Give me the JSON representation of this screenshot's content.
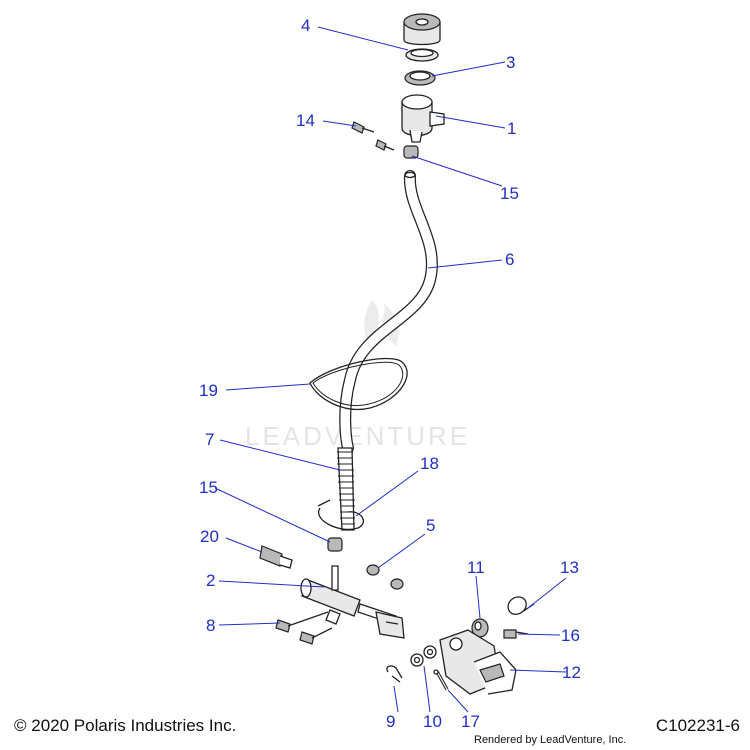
{
  "callouts": {
    "c1": "1",
    "c2": "2",
    "c3": "3",
    "c4": "4",
    "c5": "5",
    "c6": "6",
    "c7": "7",
    "c8": "8",
    "c9": "9",
    "c10": "10",
    "c11": "11",
    "c12": "12",
    "c13": "13",
    "c14": "14",
    "c15a": "15",
    "c15b": "15",
    "c16": "16",
    "c17": "17",
    "c18": "18",
    "c19": "19",
    "c20": "20"
  },
  "watermark": "LEADVENTURE",
  "footer": {
    "copyright": "© 2020 Polaris Industries Inc.",
    "diagram_code": "C102231-6",
    "rendered_by": "Rendered by LeadVenture, Inc."
  },
  "colors": {
    "callout": "#1f2fc8",
    "line_art": "#222222"
  }
}
